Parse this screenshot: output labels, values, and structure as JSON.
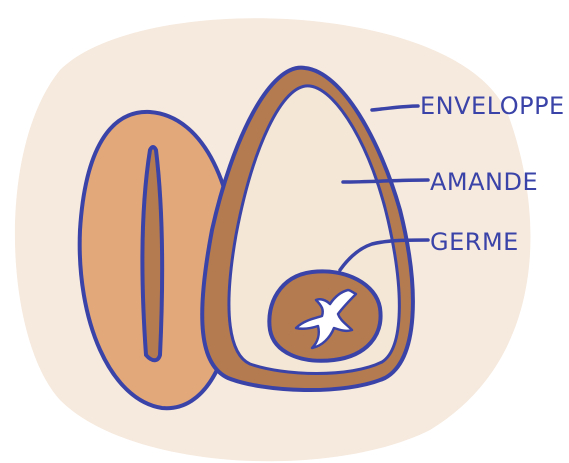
{
  "diagram": {
    "labels": {
      "envelope": "ENVELOPPE",
      "almond": "AMANDE",
      "germ": "GERME"
    }
  },
  "colors": {
    "background_blob": "#F6E9DD",
    "outline": "#3A43A8",
    "seed_coat": "#B47B50",
    "almond_fill": "#F4E7D6",
    "left_half_fill": "#E2A87A",
    "label_text": "#3A43A8",
    "germ_fill": "#FFFFFF"
  }
}
